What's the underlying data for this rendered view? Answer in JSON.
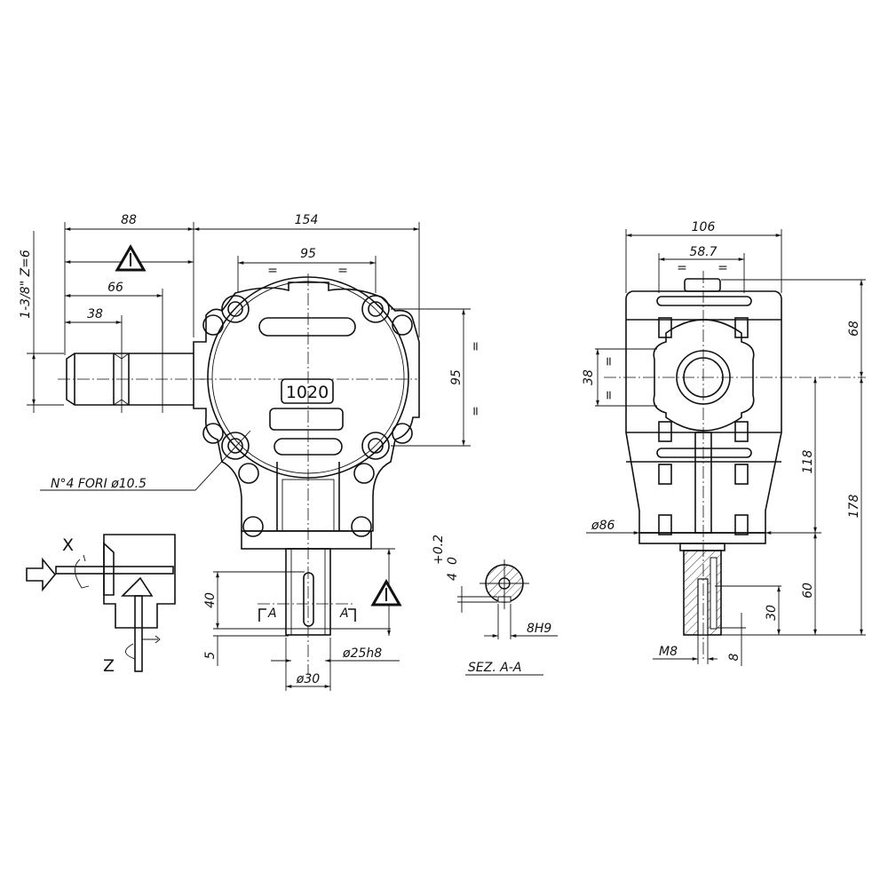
{
  "drawing": {
    "front_view": {
      "model_label": "1020",
      "dim_total_input": "88",
      "dim_housing_width": "154",
      "dim_spline_length": "66",
      "dim_groove": "38",
      "dim_bolt_h": "95",
      "dim_bolt_v": "95",
      "equal_mark": "=",
      "input_shaft_spec": "1-3/8\" Z=6",
      "holes_note": "N°4 FORI ø10.5",
      "dim_key_length": "40",
      "dim_key_offset": "5",
      "dim_shaft_diameter": "ø25h8",
      "dim_collar_diameter": "ø30",
      "section_mark": "A"
    },
    "section": {
      "dim_key_depth": "4",
      "dim_key_tolerance_upper": "+0.2",
      "dim_key_tolerance_lower": "0",
      "dim_key_width": "8H9",
      "title": "SEZ. A-A"
    },
    "side_view": {
      "dim_width": "106",
      "dim_bolt_spacing": "58.7",
      "dim_height_top": "68",
      "dim_total_height": "178",
      "dim_center_to_flange": "118",
      "dim_output_length": "60",
      "dim_thread_depth": "30",
      "dim_thread_offset": "8",
      "dim_flange_diameter": "ø86",
      "dim_center_spacing": "38",
      "thread_spec": "M8"
    },
    "schematic": {
      "axis_input": "X",
      "axis_output": "Z"
    }
  }
}
